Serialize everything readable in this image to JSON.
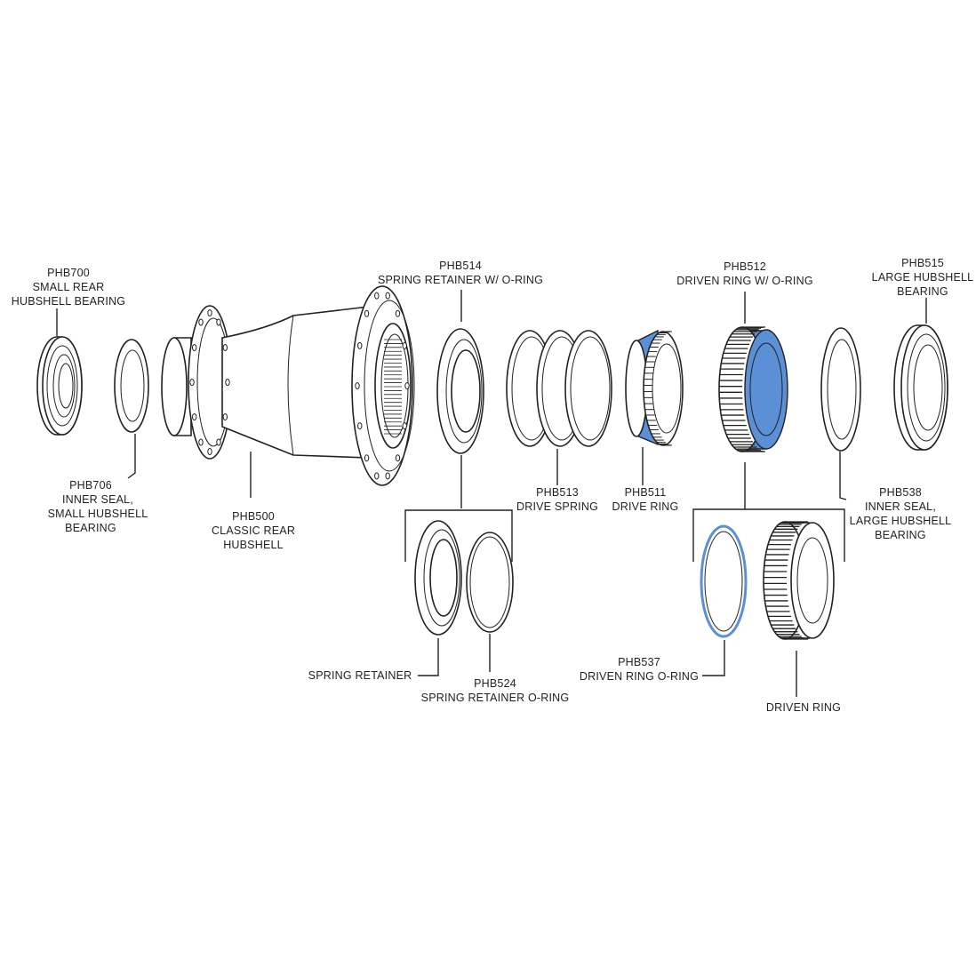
{
  "colors": {
    "highlight": "#5b8fd6",
    "line": "#222222",
    "background": "#ffffff"
  },
  "parts": {
    "phb700": {
      "code": "PHB700",
      "l1": "SMALL REAR",
      "l2": "HUBSHELL BEARING"
    },
    "phb706": {
      "code": "PHB706",
      "l1": "INNER SEAL,",
      "l2": "SMALL HUBSHELL",
      "l3": "BEARING"
    },
    "phb500": {
      "code": "PHB500",
      "l1": "CLASSIC REAR",
      "l2": "HUBSHELL"
    },
    "phb514": {
      "code": "PHB514",
      "l1": "SPRING RETAINER W/ O-RING"
    },
    "phb513": {
      "code": "PHB513",
      "l1": "DRIVE SPRING"
    },
    "phb511": {
      "code": "PHB511",
      "l1": "DRIVE RING"
    },
    "phb512": {
      "code": "PHB512",
      "l1": "DRIVEN RING W/ O-RING"
    },
    "phb515": {
      "code": "PHB515",
      "l1": "LARGE HUBSHELL",
      "l2": "BEARING"
    },
    "phb538": {
      "code": "PHB538",
      "l1": "INNER SEAL,",
      "l2": "LARGE HUBSHELL",
      "l3": "BEARING"
    },
    "spring_retainer": {
      "l1": "SPRING RETAINER"
    },
    "phb524": {
      "code": "PHB524",
      "l1": "SPRING RETAINER O-RING"
    },
    "phb537": {
      "code": "PHB537",
      "l1": "DRIVEN RING O-RING"
    },
    "driven_ring": {
      "l1": "DRIVEN RING"
    }
  }
}
